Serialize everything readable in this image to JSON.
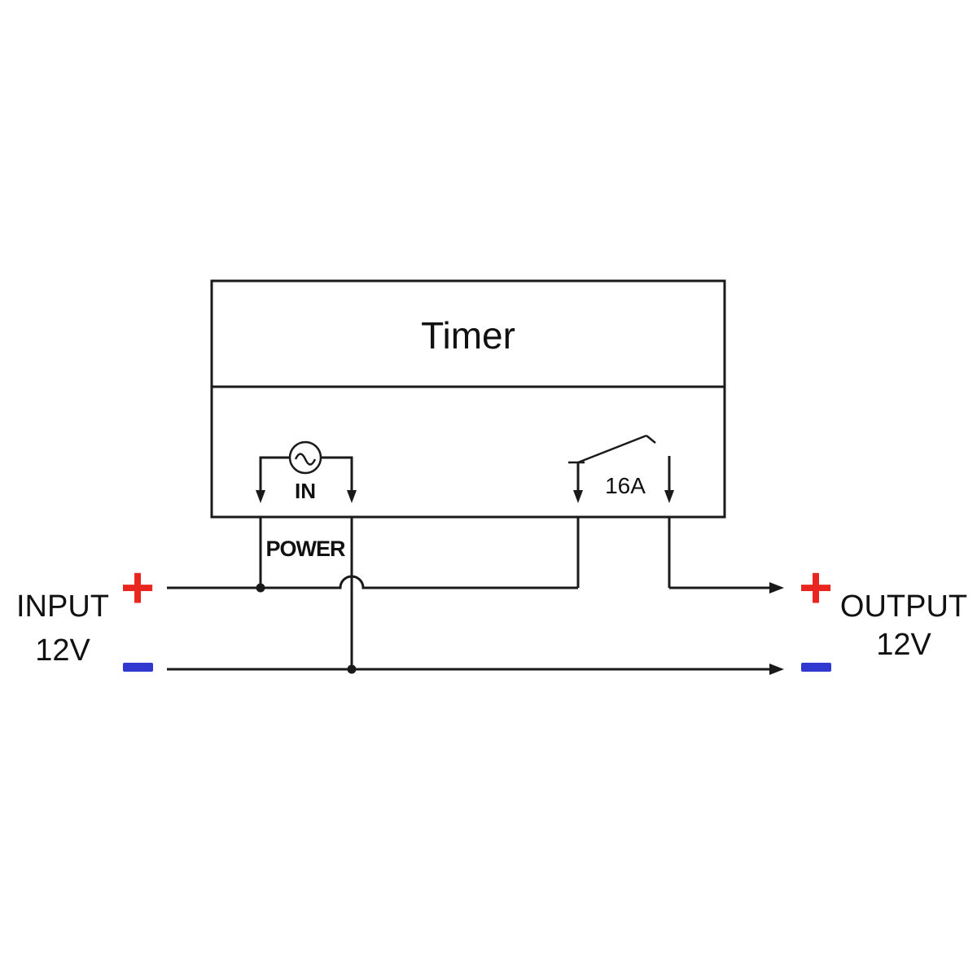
{
  "diagram": {
    "device": {
      "title": "Timer",
      "input_symbol_label": "IN",
      "power_label": "POWER",
      "relay_rating": "16A"
    },
    "left": {
      "label": "INPUT",
      "voltage": "12V",
      "plus": "+",
      "minus": "−"
    },
    "right": {
      "label": "OUTPUT",
      "voltage": "12V",
      "plus": "+",
      "minus": "−"
    },
    "colors": {
      "wire": "#1a1a1a",
      "plus_red": "#e8261f",
      "minus_blue": "#3038cf",
      "background": "#ffffff"
    }
  }
}
